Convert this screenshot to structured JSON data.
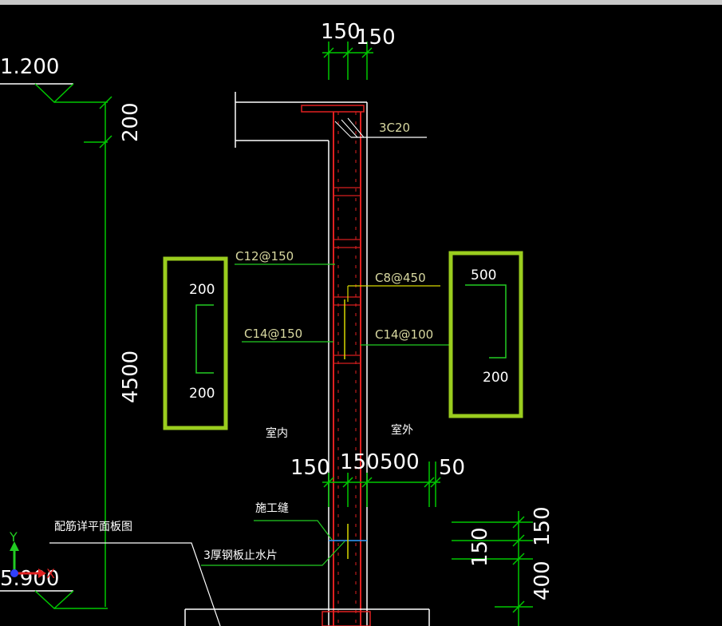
{
  "elevations": {
    "top": "1.200",
    "bottom": "5.900"
  },
  "dimensions": {
    "top_left": "150",
    "top_right": "150",
    "vertical_200": "200",
    "vertical_4500": "4500",
    "mid_150a": "150",
    "mid_150b": "150",
    "mid_500": "500",
    "mid_50": "50",
    "right_150a": "150",
    "right_150b": "150",
    "right_400": "400"
  },
  "rebar_labels": {
    "top_bars": "3C20",
    "c12": "C12@150",
    "c8": "C8@450",
    "c14_150": "C14@150",
    "c14_100": "C14@100"
  },
  "text_labels": {
    "indoor": "室内",
    "outdoor": "室外",
    "construction_joint": "施工缝",
    "plan_ref": "配筋详平面板图",
    "water_stop": "3厚钢板止水片"
  },
  "bar_shape_left": {
    "top": "200",
    "bottom": "200"
  },
  "bar_shape_right": {
    "top": "500",
    "bottom": "200"
  },
  "ucs": {
    "y": "Y",
    "x": "X"
  },
  "colors": {
    "background": "#000000",
    "highlight": "#9acd1e",
    "dim_line": "#00c800",
    "wall_red": "#e02020",
    "leader_green": "#22cc22"
  }
}
